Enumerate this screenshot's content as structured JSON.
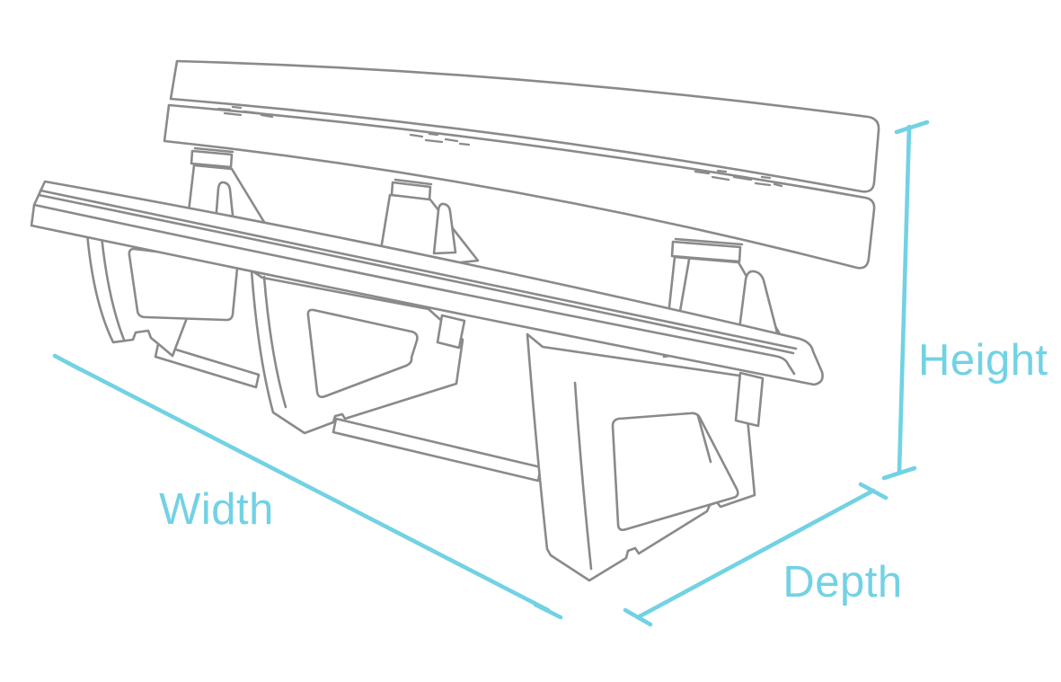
{
  "diagram": {
    "title": "Bench dimensions diagram",
    "subject": "Outline drawing of a three-legged slatted park bench shown in perspective with dimension guides",
    "labels": {
      "width": "Width",
      "depth": "Depth",
      "height": "Height"
    },
    "colors": {
      "accent": "#72d2e4",
      "outline": "#8a8a8a",
      "background": "#ffffff"
    }
  }
}
